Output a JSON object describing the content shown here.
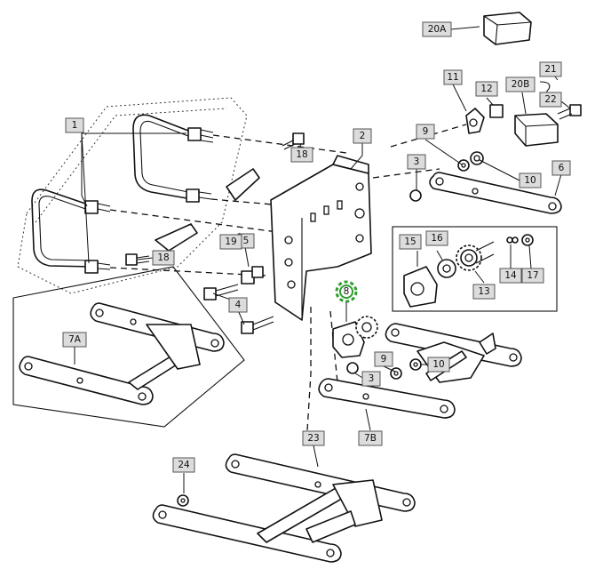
{
  "callouts": {
    "c1": "1",
    "c2": "2",
    "c3a": "3",
    "c3b": "3",
    "c4": "4",
    "c5": "5",
    "c6": "6",
    "c7a": "7A",
    "c7b": "7B",
    "c8": "8",
    "c9a": "9",
    "c9b": "9",
    "c10a": "10",
    "c10b": "10",
    "c11": "11",
    "c12": "12",
    "c13": "13",
    "c14": "14",
    "c15": "15",
    "c16": "16",
    "c17": "17",
    "c18a": "18",
    "c18b": "18",
    "c19": "19",
    "c20a": "20A",
    "c20b": "20B",
    "c21": "21",
    "c22": "22",
    "c23": "23",
    "c24": "24"
  },
  "colors": {
    "highlight": "#2e9e2e",
    "callout_fill": "#dcdcdc",
    "line": "#111111"
  },
  "icons": {
    "highlighted_part": "gear-icon"
  }
}
